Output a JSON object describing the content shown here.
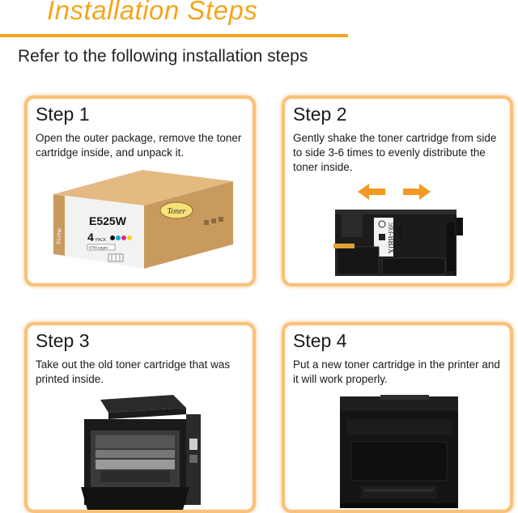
{
  "header": {
    "title": "Installation Steps",
    "subtitle": "Refer to the following installation steps"
  },
  "colors": {
    "accent": "#f4a51c",
    "card_border": "#f7c27a"
  },
  "steps": [
    {
      "heading": "Step 1",
      "text": "Open the outer package, remove the toner cartridge inside, and unpack it."
    },
    {
      "heading": "Step 2",
      "text": "Gently shake the toner cartridge from side to side 3-6 times to evenly distribute the toner inside."
    },
    {
      "heading": "Step 3",
      "text": "Take out the old toner cartridge that was printed inside."
    },
    {
      "heading": "Step 4",
      "text": "Put a new toner cartridge in the printer and it will work properly."
    }
  ],
  "box_label": {
    "brand": "Toner",
    "model": "E525W",
    "count": "4",
    "pack": "PACK",
    "pages": "6700 pages"
  },
  "cartridge_label": {
    "code": "593-BBJX",
    "color": "Black"
  }
}
